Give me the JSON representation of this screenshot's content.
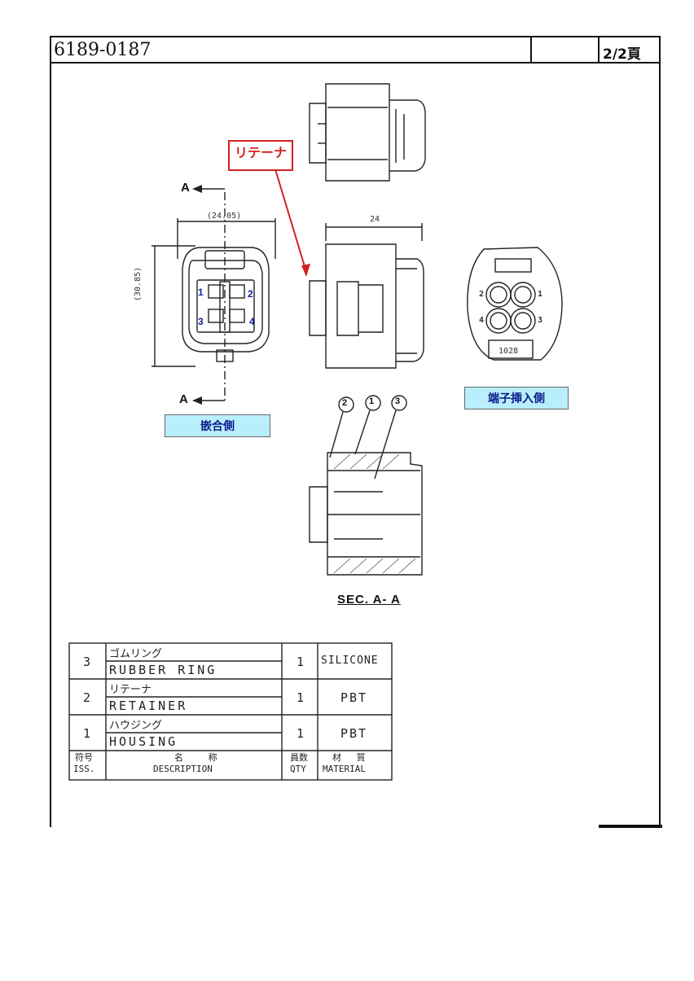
{
  "header": {
    "part_number": "6189-0187",
    "page": "2/2頁"
  },
  "labels": {
    "retainer_callout": "リテーナ",
    "mating_side": "嵌合側",
    "terminal_insertion_side": "端子挿入側",
    "section_label": "SEC. A- A",
    "section_marker_top": "A",
    "section_marker_bottom": "A"
  },
  "dimensions": {
    "width_front": "(24.05)",
    "height_front": "(30.85)",
    "width_side": "24"
  },
  "pins_front": [
    "1",
    "2",
    "3",
    "4"
  ],
  "pins_rear": [
    "2",
    "1",
    "4",
    "3"
  ],
  "rear_marking": "1028",
  "callouts": [
    "2",
    "1",
    "3"
  ],
  "parts_table": {
    "rows": [
      {
        "iss": "3",
        "name_jp": "ゴムリング",
        "name_en": "RUBBER RING",
        "qty": "1",
        "material": "SILICONE"
      },
      {
        "iss": "2",
        "name_jp": "リテーナ",
        "name_en": "RETAINER",
        "qty": "1",
        "material": "PBT"
      },
      {
        "iss": "1",
        "name_jp": "ハウジング",
        "name_en": "HOUSING",
        "qty": "1",
        "material": "PBT"
      }
    ],
    "headers": {
      "iss_jp": "符号",
      "iss_en": "ISS.",
      "desc_jp": "名 称",
      "desc_en": "DESCRIPTION",
      "qty_jp": "員数",
      "qty_en": "QTY",
      "mat_jp": "材 質",
      "mat_en": "MATERIAL"
    }
  }
}
